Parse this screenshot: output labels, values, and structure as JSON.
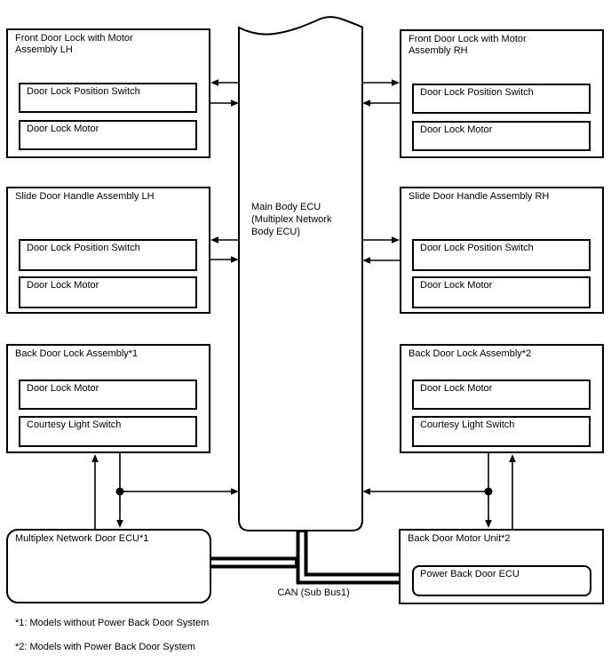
{
  "ecu": {
    "label": "Main Body ECU (Multiplex Network Body ECU)"
  },
  "boxes": {
    "front_lh": {
      "title": "Front Door Lock with Motor Assembly LH",
      "items": [
        "Door Lock Position Switch",
        "Door Lock Motor"
      ]
    },
    "front_rh": {
      "title": "Front Door Lock with Motor Assembly RH",
      "items": [
        "Door Lock Position Switch",
        "Door Lock Motor"
      ]
    },
    "slide_lh": {
      "title": "Slide Door Handle Assembly LH",
      "items": [
        "Door Lock Position Switch",
        "Door Lock Motor"
      ]
    },
    "slide_rh": {
      "title": "Slide Door Handle Assembly RH",
      "items": [
        "Door Lock Position Switch",
        "Door Lock Motor"
      ]
    },
    "back_lh": {
      "title": "Back Door Lock Assembly*1",
      "items": [
        "Door Lock Motor",
        "Courtesy Light Switch"
      ]
    },
    "back_rh": {
      "title": "Back Door Lock Assembly*2",
      "items": [
        "Door Lock Motor",
        "Courtesy Light Switch"
      ]
    },
    "mux_ecu": {
      "title": "Multiplex Network Door ECU*1"
    },
    "back_motor": {
      "title": "Back Door Motor Unit*2",
      "items": [
        "Power Back Door ECU"
      ]
    }
  },
  "bus": {
    "label": "CAN (Sub Bus1)"
  },
  "footnotes": [
    "*1: Models without Power Back Door System",
    "*2: Models with Power Back Door System"
  ],
  "colors": {
    "line": "#000000",
    "background": "#ffffff"
  }
}
